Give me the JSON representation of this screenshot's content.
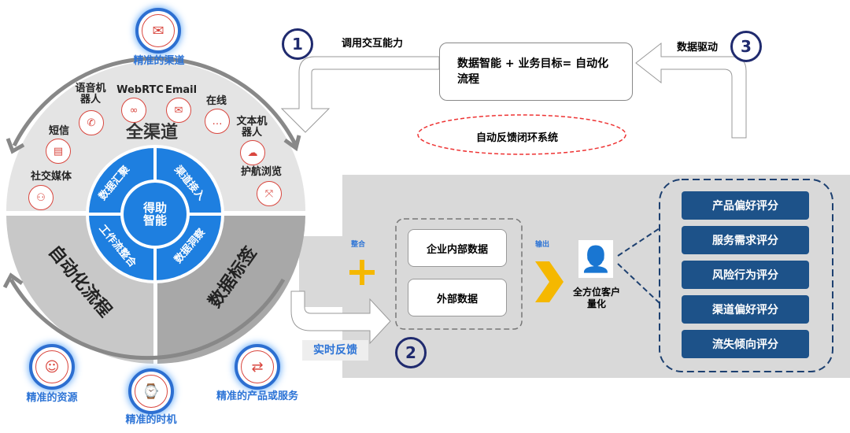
{
  "top_channel": {
    "label": "精准的渠道"
  },
  "omnichannel": {
    "title": "全渠道",
    "channels": [
      "社交媒体",
      "短信",
      "语音机器人",
      "WebRTC",
      "Email",
      "在线",
      "文本机器人",
      "护航浏览"
    ]
  },
  "core": {
    "center": "得助智能",
    "segments": [
      "数据汇聚",
      "渠道接入",
      "工作流整合",
      "数据洞察"
    ]
  },
  "bottom": {
    "left": "自动化流程",
    "right": "数据标签"
  },
  "bottom_icons": [
    "精准的资源",
    "精准的时机",
    "精准的产品或服务"
  ],
  "steps": {
    "one": "1",
    "one_label": "调用交互能力",
    "two": "2",
    "three": "3",
    "three_label": "数据驱动"
  },
  "goal_box": "数据智能 + 业务目标= 自动化流程",
  "loop_label": "自动反馈闭环系统",
  "realtime_feedback": "实时反馈",
  "integrate": "整合",
  "output": "输出",
  "data_sources": [
    "企业内部数据",
    "外部数据"
  ],
  "customer": "全方位客户量化",
  "scores": [
    "产品偏好评分",
    "服务需求评分",
    "风险行为评分",
    "渠道偏好评分",
    "流失倾向评分"
  ],
  "colors": {
    "blue": "#1e7fe0",
    "navy": "#1d5289",
    "accent": "#f5b800",
    "red": "#d9463e"
  }
}
